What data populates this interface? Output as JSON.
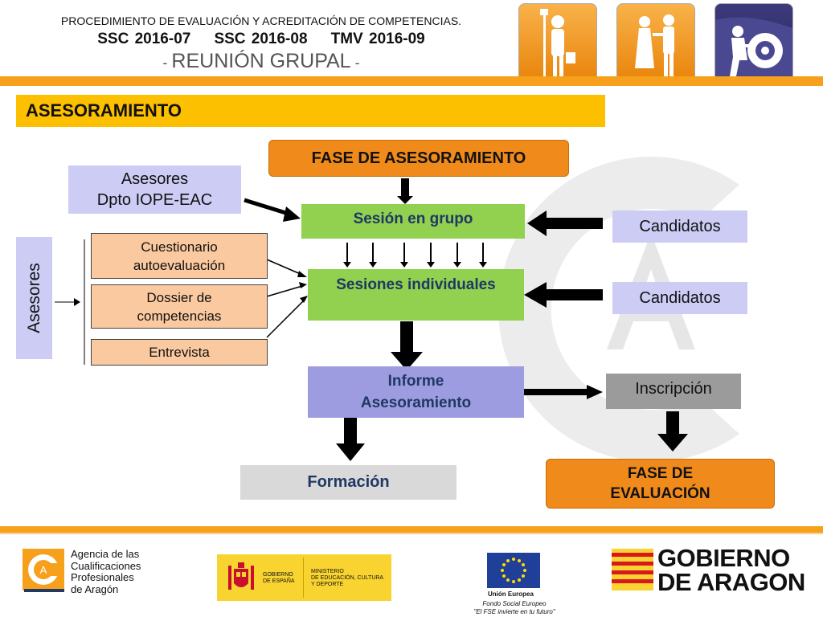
{
  "header": {
    "line1": "PROCEDIMIENTO DE EVALUACIÓN Y ACREDITACIÓN DE COMPETENCIAS.",
    "codes": "SSC 2016-07    SSC 2016-08    TMV 2016-09",
    "meeting_prefix": "- ",
    "meeting": "REUNIÓN GRUPAL",
    "meeting_suffix": " -"
  },
  "section_title": "ASESORAMIENTO",
  "diagram": {
    "fase_asesoramiento": "FASE DE ASESORAMIENTO",
    "asesores_dpto_line1": "Asesores",
    "asesores_dpto_line2": "Dpto IOPE-EAC",
    "sesion_grupo": "Sesión en grupo",
    "candidatos_1": "Candidatos",
    "asesores_vertical": "Asesores",
    "cuestionario_line1": "Cuestionario",
    "cuestionario_line2": "autoevaluación",
    "dossier_line1": "Dossier de",
    "dossier_line2": "competencias",
    "entrevista": "Entrevista",
    "sesiones_individuales": "Sesiones individuales",
    "candidatos_2": "Candidatos",
    "informe_line1": "Informe",
    "informe_line2": "Asesoramiento",
    "inscripcion": "Inscripción",
    "formacion": "Formación",
    "fase_evaluacion_line1": "FASE DE",
    "fase_evaluacion_line2": "EVALUACIÓN"
  },
  "footer": {
    "agency_line1": "Agencia de las",
    "agency_line2": "Cualificaciones",
    "agency_line3": "Profesionales",
    "agency_line4": "de Aragón",
    "gobierno_espana_line1": "GOBIERNO",
    "gobierno_espana_line2": "DE ESPAÑA",
    "ministerio_line1": "MINISTERIO",
    "ministerio_line2": "DE EDUCACIÓN, CULTURA",
    "ministerio_line3": "Y DEPORTE",
    "eu_title": "Unión Europea",
    "eu_fund": "Fondo Social Europeo",
    "eu_slogan": "\"El FSE invierte en tu futuro\"",
    "aragon_line1": "GOBIERNO",
    "aragon_line2": "DE ARAGON"
  },
  "colors": {
    "orange": "#f7a01c",
    "yellow": "#fdc000",
    "green": "#92d050",
    "lavender": "#ccccf5",
    "peach": "#fbc9a0",
    "purple": "#9e9ce0"
  },
  "icons": [
    "painter-photo-icon",
    "caregivers-photo-icon",
    "mechanic-photo-icon",
    "acpa-logo-icon",
    "spain-coat-of-arms-icon",
    "eu-flag-icon",
    "aragon-flag-icon"
  ]
}
